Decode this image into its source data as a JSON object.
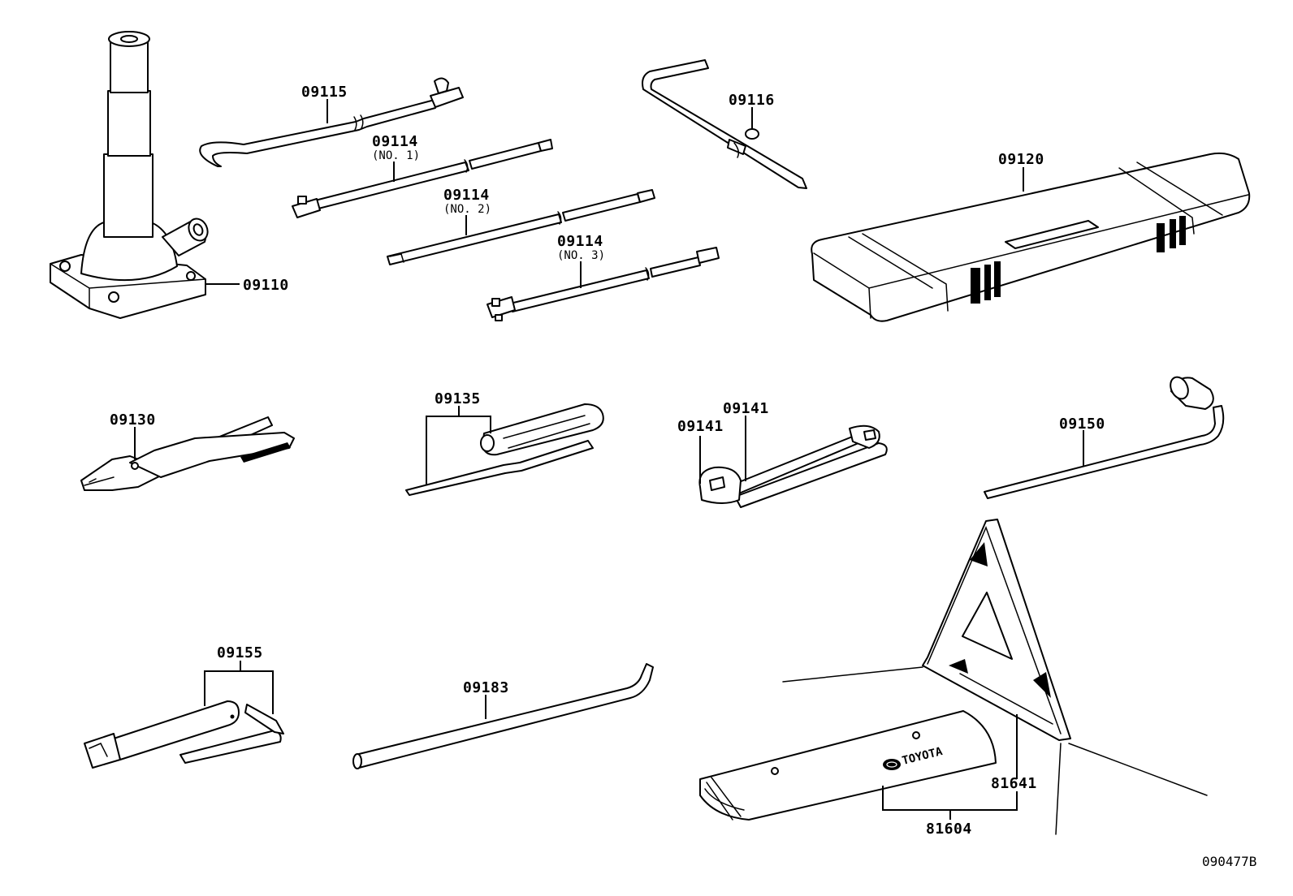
{
  "diagram_id": "090477B",
  "parts": {
    "jack": {
      "number": "09110"
    },
    "jack_handle": {
      "number": "09115"
    },
    "extension_bar_no1": {
      "number": "09114",
      "note": "(NO. 1)"
    },
    "extension_bar_no2": {
      "number": "09114",
      "note": "(NO. 2)"
    },
    "extension_bar_no3": {
      "number": "09114",
      "note": "(NO. 3)"
    },
    "handle_bar": {
      "number": "09116"
    },
    "tool_bag": {
      "number": "09120"
    },
    "pliers": {
      "number": "09130"
    },
    "screwdriver": {
      "number": "09135"
    },
    "wrench_left": {
      "number": "09141"
    },
    "wrench_right": {
      "number": "09141"
    },
    "lug_wrench": {
      "number": "09150"
    },
    "socket_wrench": {
      "number": "09155"
    },
    "towing_hook": {
      "number": "09183"
    },
    "warning_triangle": {
      "number": "81641"
    },
    "triangle_case": {
      "number": "81604",
      "brand": "TOYOTA"
    }
  }
}
